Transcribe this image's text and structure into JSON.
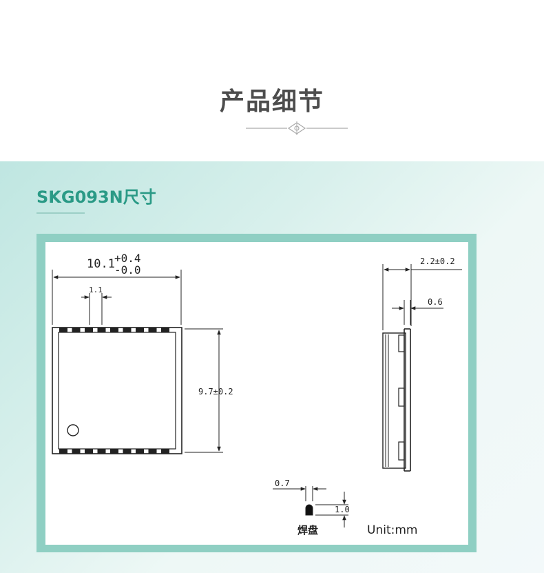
{
  "header": {
    "title": "产品细节"
  },
  "section": {
    "title": "SKG093N尺寸"
  },
  "drawing": {
    "width_main": "10.1",
    "width_tol_plus": "+0.4",
    "width_tol_minus": "-0.0",
    "pad_pitch": "1.1",
    "height": "9.7±0.2",
    "thickness": "2.2±0.2",
    "pcb_thickness": "0.6",
    "pad_width": "0.7",
    "pad_height": "1.0",
    "pad_label": "焊盘",
    "unit": "Unit:mm"
  },
  "colors": {
    "title": "#4d4d4d",
    "accent": "#2a9a86",
    "frame": "#8fcfc3"
  }
}
